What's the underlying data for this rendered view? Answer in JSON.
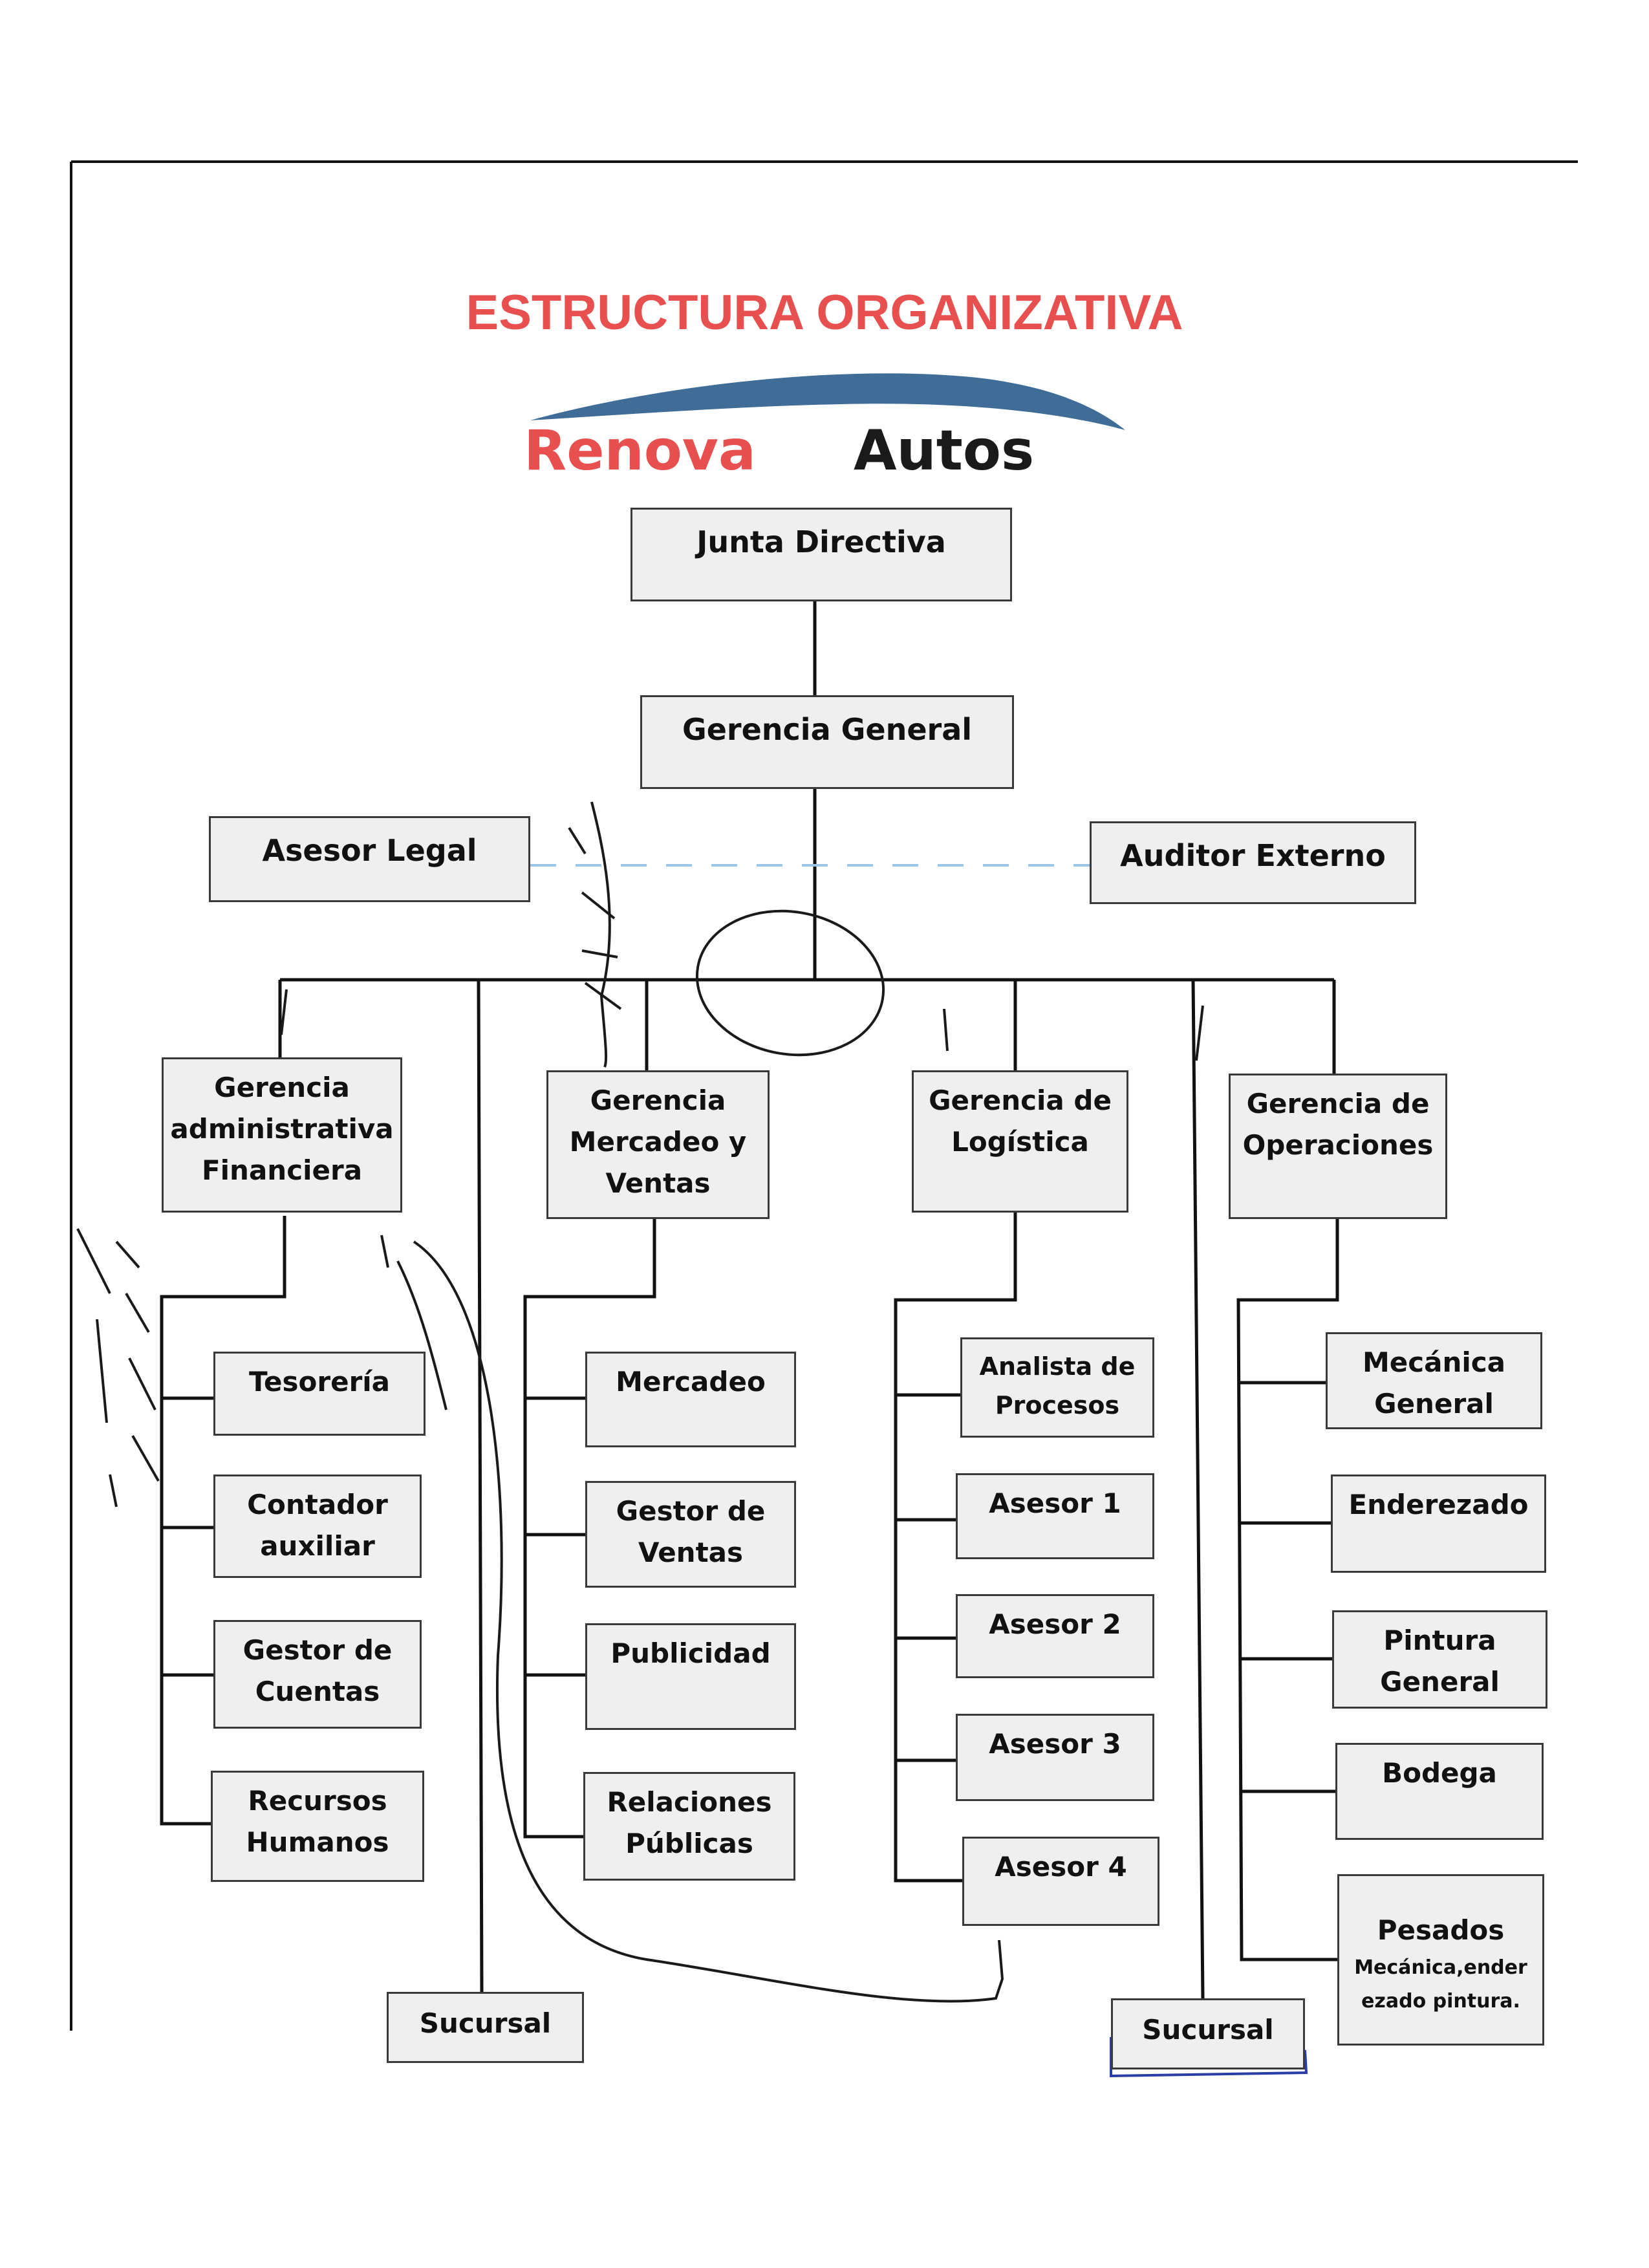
{
  "colors": {
    "title": "#e8504f",
    "box_fill": "#efefef",
    "box_border": "#3a3a3a",
    "line": "#111111",
    "dashed": "#9cc6e8",
    "ink": "#1a1a1a",
    "pen_blue": "#2a3ea8"
  },
  "title": "ESTRUCTURA ORGANIZATIVA",
  "logo": {
    "word1": "Renova",
    "word2": "Autos"
  },
  "top": {
    "junta": "Junta Directiva",
    "gerencia_general": "Gerencia General",
    "asesor_legal": "Asesor Legal",
    "auditor_externo": "Auditor Externo"
  },
  "departments": {
    "admin": {
      "head": "Gerencia\nadministrativa\nFinanciera",
      "items": [
        "Tesorería",
        "Contador\nauxiliar",
        "Gestor de\nCuentas",
        "Recursos\nHumanos"
      ]
    },
    "mercadeo": {
      "head": "Gerencia\nMercadeo y\nVentas",
      "items": [
        "Mercadeo",
        "Gestor de\nVentas",
        "Publicidad",
        "Relaciones\nPúblicas"
      ]
    },
    "logistica": {
      "head": "Gerencia de\nLogística",
      "items": [
        "Analista de\nProcesos",
        "Asesor 1",
        "Asesor 2",
        "Asesor 3",
        "Asesor 4"
      ]
    },
    "operaciones": {
      "head": "Gerencia de\nOperaciones",
      "items": [
        "Mecánica\nGeneral",
        "Enderezado",
        "Pintura\nGeneral",
        "Bodega"
      ],
      "pesados": {
        "label": "Pesados",
        "sub": "Mecánica,ender\nezado pintura."
      }
    }
  },
  "sucursal": {
    "left": "Sucursal",
    "right": "Sucursal"
  }
}
